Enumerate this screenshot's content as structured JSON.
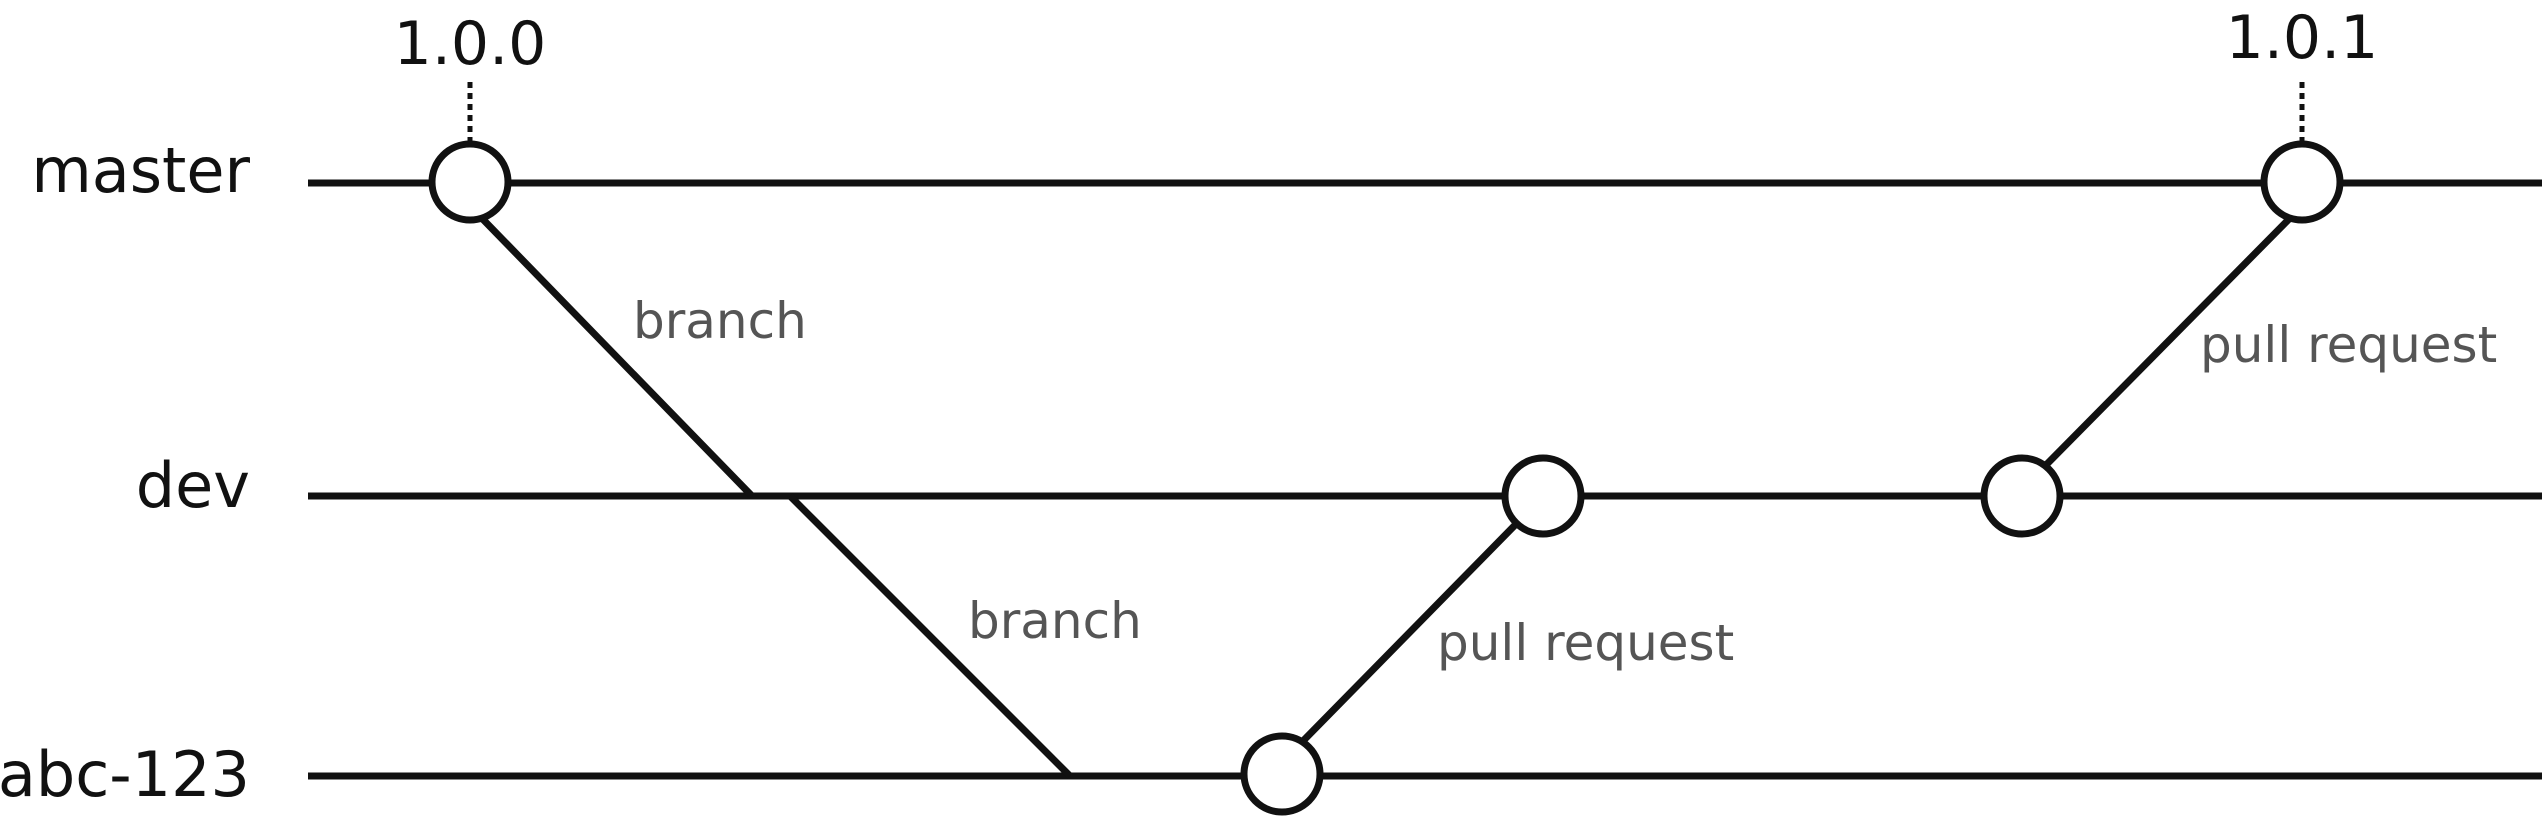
{
  "lanes": {
    "master": "master",
    "dev": "dev",
    "feature": "abc-123"
  },
  "tags": {
    "first": "1.0.0",
    "second": "1.0.1"
  },
  "edges": {
    "master_to_dev": "branch",
    "dev_to_feature": "branch",
    "feature_to_dev": "pull request",
    "dev_to_master": "pull request"
  },
  "colors": {
    "line": "#111111",
    "edge_label": "#555555",
    "commit_fill": "#ffffff"
  }
}
